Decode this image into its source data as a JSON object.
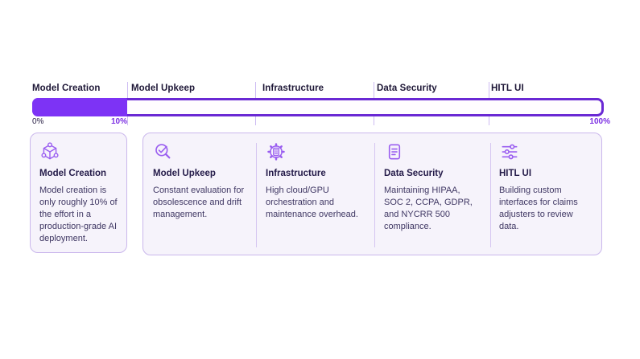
{
  "timeline": {
    "stages": [
      {
        "label": "Model Creation"
      },
      {
        "label": "Model Upkeep"
      },
      {
        "label": "Infrastructure"
      },
      {
        "label": "Data Security"
      },
      {
        "label": "HITL UI"
      }
    ],
    "start_label": "0%",
    "progress_label": "10%",
    "end_label": "100%",
    "progress_value": 10
  },
  "cards": [
    {
      "icon": "cube-nodes-icon",
      "title": "Model Creation",
      "body": "Model creation is only roughly 10% of the effort in a production-grade AI deployment."
    },
    {
      "icon": "magnifier-check-icon",
      "title": "Model Upkeep",
      "body": "Constant evaluation for obsolescence and drift management."
    },
    {
      "icon": "gear-chip-icon",
      "title": "Infrastructure",
      "body": "High cloud/GPU orchestration and maintenance overhead."
    },
    {
      "icon": "document-lines-icon",
      "title": "Data Security",
      "body": "Maintaining HIPAA, SOC 2, CCPA, GDPR, and NYCRR 500 compliance."
    },
    {
      "icon": "sliders-icon",
      "title": "HITL UI",
      "body": "Building custom interfaces for claims adjusters to review data."
    }
  ],
  "colors": {
    "bar_fill": "#7d33f5",
    "bar_border": "#6a29d4",
    "percent_accent": "#7c2fe3",
    "tick_line": "#cdbcf2",
    "card_background": "#f6f3fb",
    "card_border": "#cab7ec",
    "title_text": "#241b49",
    "body_text": "#3f3763",
    "icon_purple": "#9a5ef0"
  }
}
